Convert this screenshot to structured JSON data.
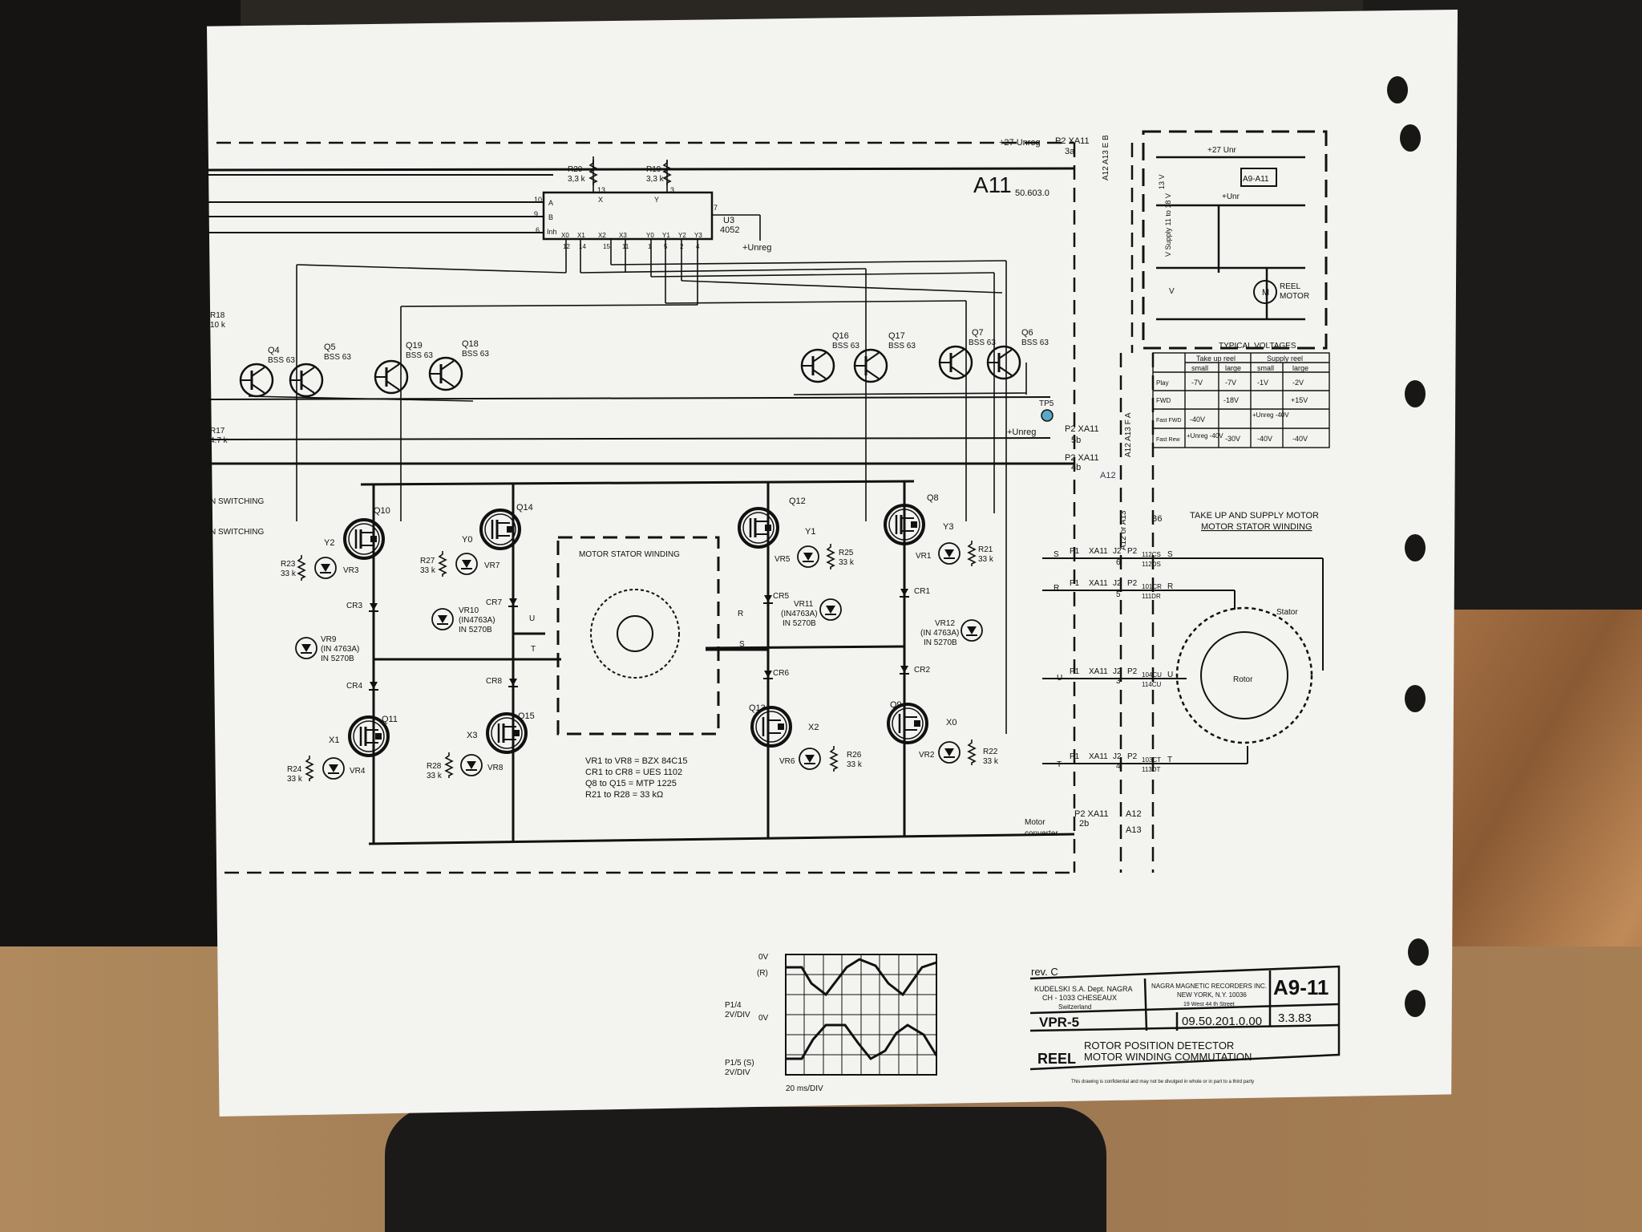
{
  "labels": {
    "a11": "A11",
    "a11_num": "50.603.0",
    "unreg27": "+27 Unreg",
    "p2_xa11_3a": "P2  XA11",
    "pin3a": "3a",
    "a12_a13_e_b": "A12 A13 E B",
    "r20": "R20",
    "r20v": "3,3 k",
    "r19": "R19",
    "r19v": "3,3 k",
    "u3": "U3",
    "u3p": "4052",
    "plus_unreg": "+Unreg",
    "mux_pins_left": [
      "10",
      "9",
      "6"
    ],
    "mux_pins_left_names": [
      "A",
      "B",
      "Inh"
    ],
    "mux_pins_bottom": [
      "X0",
      "X1",
      "X2",
      "X3",
      "Y0",
      "Y1",
      "Y2",
      "Y3"
    ],
    "mux_nums_bottom": [
      "12",
      "14",
      "15",
      "11",
      "1",
      "5",
      "2",
      "4"
    ],
    "mux_top": [
      "13",
      "X",
      "Y",
      "3"
    ],
    "mux_pin7": "7",
    "r18": "R18",
    "r18v": "10 k",
    "r17": "R17",
    "r17v": "4.7 k",
    "q4": "Q4",
    "q5": "Q5",
    "q19": "Q19",
    "q18": "Q18",
    "q16": "Q16",
    "q17": "Q17",
    "q7": "Q7",
    "q6": "Q6",
    "bss63": "BSS 63",
    "tp5": "TP5",
    "unreg": "+Unreg",
    "p2_xa11": "P2  XA11",
    "pin5b": "5b",
    "pin4b": "4b",
    "a12a13fa": "A12 A13 F A",
    "a12_hand": "A12",
    "switching1": "N SWITCHING",
    "switching2": "N SWITCHING",
    "q10": "Q10",
    "q14": "Q14",
    "q12": "Q12",
    "q8": "Q8",
    "q11": "Q11",
    "q15": "Q15",
    "q13": "Q13",
    "q9": "Q9",
    "y2": "Y2",
    "y0": "Y0",
    "y1": "Y1",
    "y3": "Y3",
    "x1": "X1",
    "x3": "X3",
    "x2": "X2",
    "x0": "X0",
    "r23": "R23",
    "r27": "R27",
    "r25": "R25",
    "r21": "R21",
    "r24": "R24",
    "r28": "R28",
    "r26": "R26",
    "r22": "R22",
    "k33": "33 k",
    "vr3": "VR3",
    "vr7": "VR7",
    "vr5": "VR5",
    "vr1": "VR1",
    "vr4": "VR4",
    "vr8": "VR8",
    "vr6": "VR6",
    "vr2": "VR2",
    "vr9": "VR9",
    "vr9a": "(IN 4763A)",
    "vr9b": "IN 5270B",
    "vr10": "VR10",
    "vr10a": "(IN4763A)",
    "vr10b": "IN 5270B",
    "vr11": "VR11",
    "vr11a": "(IN4763A)",
    "vr11b": "IN 5270B",
    "vr12": "VR12",
    "vr12a": "(IN 4763A)",
    "vr12b": "IN 5270B",
    "cr3": "CR3",
    "cr4": "CR4",
    "cr7": "CR7",
    "cr8": "CR8",
    "cr5": "CR5",
    "cr6": "CR6",
    "cr1": "CR1",
    "cr2": "CR2",
    "stator_title": "MOTOR STATOR WINDING",
    "u": "U",
    "t": "T",
    "r": "R",
    "s": "S",
    "legend": [
      "VR1 to VR8  =  BZX 84C15",
      "CR1 to CR8  =  UES 1102",
      "Q8  to Q15  =  MTP 1225",
      "R21 to R28  =  33 kΩ"
    ],
    "motor": "Motor",
    "converter": "converter",
    "p2_xa11_2b": "P2  XA11",
    "pin2b": "2b",
    "a12": "A12",
    "a13": "A13",
    "b6": "B6",
    "a12or": "A12 or A13",
    "tus_title1": "TAKE UP AND SUPPLY MOTOR",
    "tus_title2": "MOTOR STATOR WINDING",
    "rows": [
      {
        "l": "S",
        "n": "6",
        "c1": "112CS",
        "c2": "112DS",
        "r": "S"
      },
      {
        "l": "R",
        "n": "5",
        "c1": "101CR",
        "c2": "111DR",
        "r": "R"
      },
      {
        "l": "U",
        "n": "3",
        "c1": "104CU",
        "c2": "114CU",
        "r": "U"
      },
      {
        "l": "T",
        "n": "4",
        "c1": "103CT",
        "c2": "113DT",
        "r": "T"
      }
    ],
    "p1": "P1",
    "xa11": "XA11",
    "j2": "J2",
    "p2": "P2",
    "stator": "Stator",
    "rotor": "Rotor",
    "unr27": "+27 Unr",
    "a9a11": "A9-A11",
    "v13": "13 V",
    "unr": "+Unr",
    "vsupply": "V Supply 11 to 18 V",
    "v": "V",
    "m": "M",
    "reel1": "REEL",
    "reel2": "MOTOR",
    "typical": "TYPICAL VOLTAGES",
    "tv_head1": [
      "Take up reel",
      "Supply reel"
    ],
    "tv_head2": [
      "small",
      "large",
      "small",
      "large"
    ],
    "tv_rows": [
      [
        "Play",
        "-7V",
        "-7V",
        "-1V",
        "-2V"
      ],
      [
        "FWD",
        "",
        "-18V",
        "",
        "+15V"
      ],
      [
        "Fast FWD",
        "-40V",
        "",
        "+Unreg -40V",
        ""
      ],
      [
        "Fast Rew",
        "+Unreg -40V",
        "-30V",
        "-40V",
        "-40V"
      ]
    ],
    "scope_0v1": "0V",
    "scope_r": "(R)",
    "scope_p14": "P1/4",
    "scope_2v1": "2V/DIV",
    "scope_0v2": "0V",
    "scope_p15": "P1/5  (S)",
    "scope_2v2": "2V/DIV",
    "scope_time": "20 ms/DIV",
    "rev": "rev. C",
    "kud1": "KUDELSKI S.A.  Dept. NAGRA",
    "kud2": "CH - 1033 CHESEAUX",
    "kud3": "Switzerland",
    "nagra1": "NAGRA MAGNETIC RECORDERS INC.",
    "nagra2": "NEW YORK, N.Y. 10036",
    "nagra3": "19 West 44 th Street",
    "dwg": "A9-11",
    "vpr": "VPR-5",
    "docno": "09.50.201.0.00",
    "date": "3.3.83",
    "reel": "REEL",
    "desc1": "ROTOR POSITION DETECTOR",
    "desc2": "MOTOR WINDING COMMUTATION",
    "confid": "This drawing is confidential and may not be divulged in whole or in part to a third party"
  }
}
